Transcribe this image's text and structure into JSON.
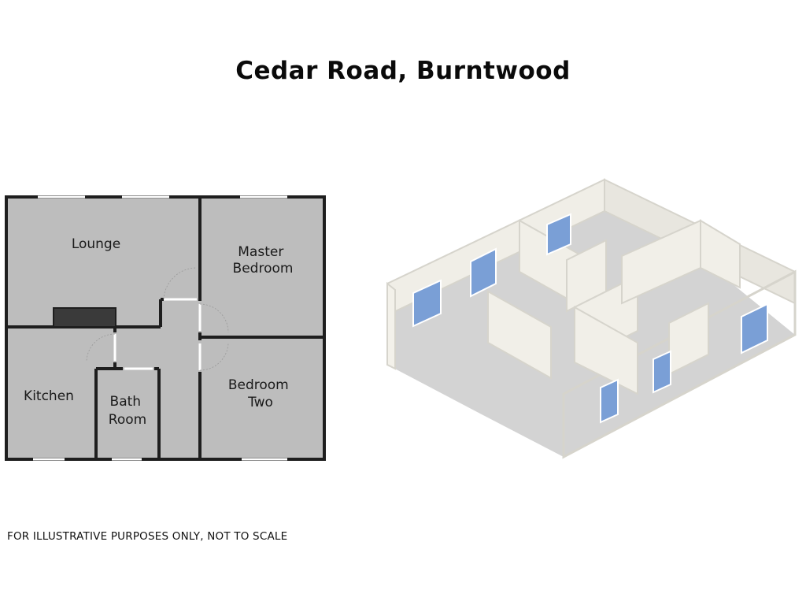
{
  "title": "Cedar Road, Burntwood",
  "disclaimer": "FOR ILLUSTRATIVE PURPOSES ONLY, NOT TO SCALE",
  "floor_plan_2d": {
    "rooms": [
      {
        "id": "lounge",
        "lines": [
          "Lounge"
        ]
      },
      {
        "id": "master-bedroom",
        "lines": [
          "Master",
          "Bedroom"
        ]
      },
      {
        "id": "kitchen",
        "lines": [
          "Kitchen"
        ]
      },
      {
        "id": "bathroom",
        "lines": [
          "Bath",
          "Room"
        ]
      },
      {
        "id": "bedroom-two",
        "lines": [
          "Bedroom",
          "Two"
        ]
      }
    ],
    "colors": {
      "floor": "#bdbdbd",
      "wall": "#1e1e1e",
      "window": "#ffffff",
      "chimney": "#3a3a3a"
    }
  },
  "floor_plan_3d": {
    "colors": {
      "wall": "#efede6",
      "wall_edge": "#d8d6cf",
      "floor": "#d0d0d0",
      "window": "#7a9fd6",
      "window_frame": "#ffffff"
    }
  }
}
